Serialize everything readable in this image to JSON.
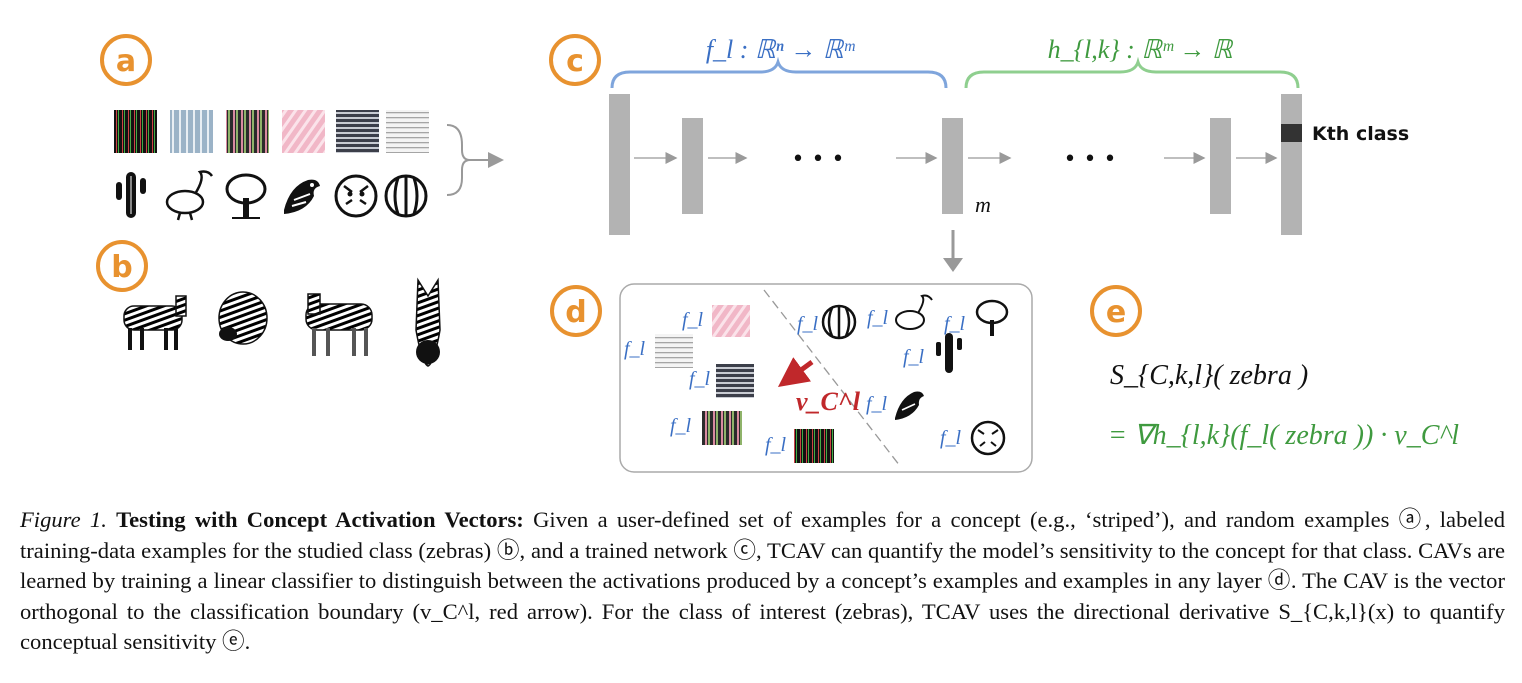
{
  "labels": {
    "a": "a",
    "b": "b",
    "c": "c",
    "d": "d",
    "e": "e"
  },
  "network": {
    "f_label": "f_l : ℝⁿ → ℝᵐ",
    "h_label": "h_{l,k} : ℝᵐ → ℝ",
    "m_label": "m",
    "kth_class_label": "Kth class",
    "dots": "• • •"
  },
  "panel_d": {
    "f_prefix": "f_l",
    "cav_label": "v_C^l"
  },
  "panel_e": {
    "line1": "S_{C,k,l}( zebra )",
    "line2": "= ∇h_{l,k}(f_l( zebra )) · v_C^l"
  },
  "colors": {
    "orange": "#e8922f",
    "blue": "#3a6fc4",
    "green": "#3f9a3f",
    "red": "#c0282b",
    "gray": "#b3b3b3"
  },
  "caption": {
    "fig_label": "Figure 1.",
    "fig_title": "Testing with Concept Activation Vectors:",
    "text": "Given a user-defined set of examples for a concept (e.g., ‘striped’), and random examples ⓐ, labeled training-data examples for the studied class (zebras) ⓑ, and a trained network ⓒ, TCAV can quantify the model’s sensitivity to the concept for that class. CAVs are learned by training a linear classifier to distinguish between the activations produced by a concept’s examples and examples in any layer ⓓ. The CAV is the vector orthogonal to the classification boundary (v_C^l, red arrow). For the class of interest (zebras), TCAV uses the directional derivative S_{C,k,l}(x) to quantify conceptual sensitivity ⓔ."
  }
}
